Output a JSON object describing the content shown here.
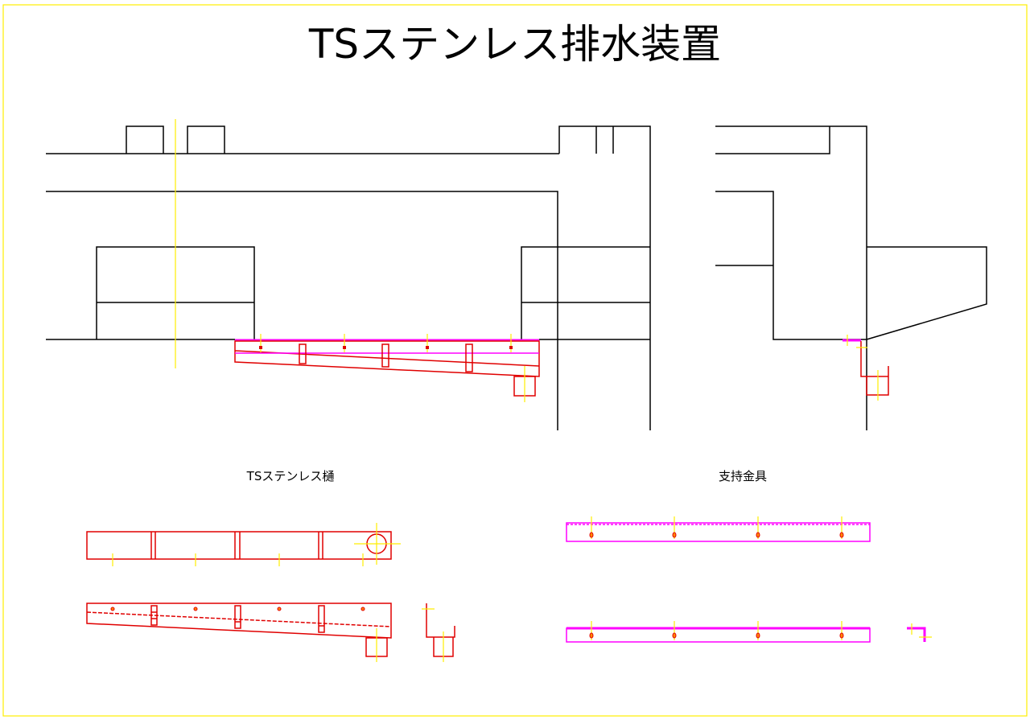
{
  "title": "TSステンレス排水装置",
  "labels": {
    "gutter": "TSステンレス樋",
    "bracket": "支持金具"
  },
  "colors": {
    "border": "#ffee00",
    "structure": "#000000",
    "gutter": "#e00000",
    "bracket": "#ff00ff",
    "centerline": "#ffee00"
  }
}
